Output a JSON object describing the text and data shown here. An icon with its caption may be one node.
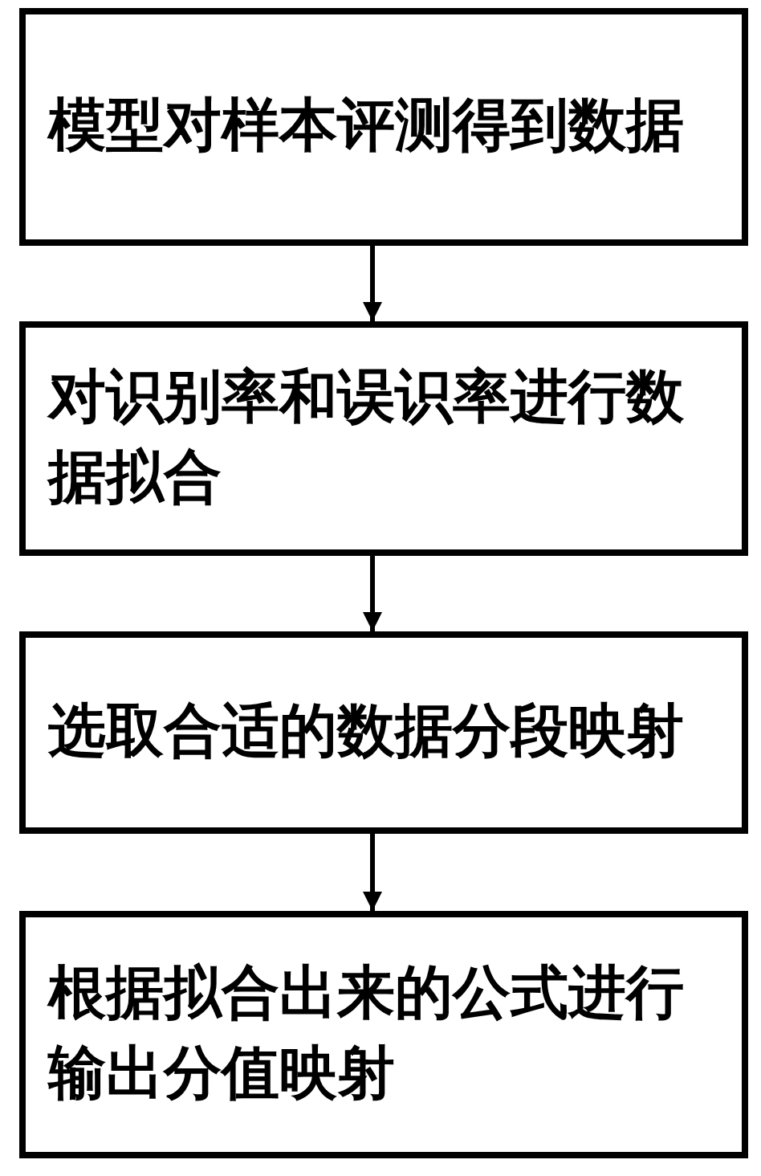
{
  "diagram": {
    "nodes": [
      {
        "text": [
          "模型对样本评测得到数据"
        ]
      },
      {
        "text": [
          "对识别率和误识率进行数据拟合"
        ]
      },
      {
        "text": [
          "选取合适的数据分段映射"
        ]
      },
      {
        "text": [
          "根据拟合出来的公式进行输出分值映射"
        ]
      }
    ],
    "edges": [
      {
        "from": 0,
        "to": 1,
        "arrow": "to"
      },
      {
        "from": 1,
        "to": 2,
        "arrow": "to"
      },
      {
        "from": 2,
        "to": 3,
        "arrow": "to"
      }
    ]
  }
}
